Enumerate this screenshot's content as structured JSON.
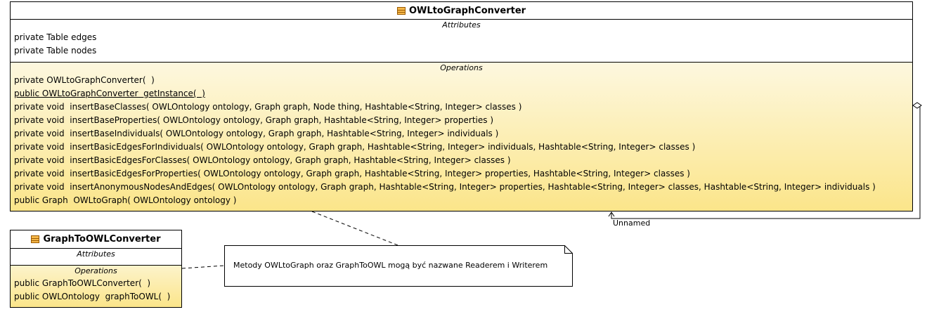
{
  "owl_class": {
    "name": "OWLtoGraphConverter",
    "attributes_title": "Attributes",
    "attributes": [
      "private Table edges",
      "private Table nodes"
    ],
    "operations_title": "Operations",
    "operations": [
      "private OWLtoGraphConverter(  )",
      "public OWLtoGraphConverter  getInstance(  )",
      "private void  insertBaseClasses( OWLOntology ontology, Graph graph, Node thing, Hashtable<String, Integer> classes )",
      "private void  insertBaseProperties( OWLOntology ontology, Graph graph, Hashtable<String, Integer> properties )",
      "private void  insertBaseIndividuals( OWLOntology ontology, Graph graph, Hashtable<String, Integer> individuals )",
      "private void  insertBasicEdgesForIndividuals( OWLOntology ontology, Graph graph, Hashtable<String, Integer> individuals, Hashtable<String, Integer> classes )",
      "private void  insertBasicEdgesForClasses( OWLOntology ontology, Graph graph, Hashtable<String, Integer> classes )",
      "private void  insertBasicEdgesForProperties( OWLOntology ontology, Graph graph, Hashtable<String, Integer> properties, Hashtable<String, Integer> classes )",
      "private void  insertAnonymousNodesAndEdges( OWLOntology ontology, Graph graph, Hashtable<String, Integer> properties, Hashtable<String, Integer> classes, Hashtable<String, Integer> individuals )",
      "public Graph  OWLtoGraph( OWLOntology ontology )"
    ]
  },
  "g2o_class": {
    "name": "GraphToOWLConverter",
    "attributes_title": "Attributes",
    "operations_title": "Operations",
    "operations": [
      "public GraphToOWLConverter(  )",
      "public OWLOntology  graphToOWL(  )"
    ]
  },
  "note": {
    "text": "Metody OWLtoGraph oraz GraphToOWL mogą być nazwane Readerem i Writerem"
  },
  "association": {
    "label": "Unnamed"
  }
}
